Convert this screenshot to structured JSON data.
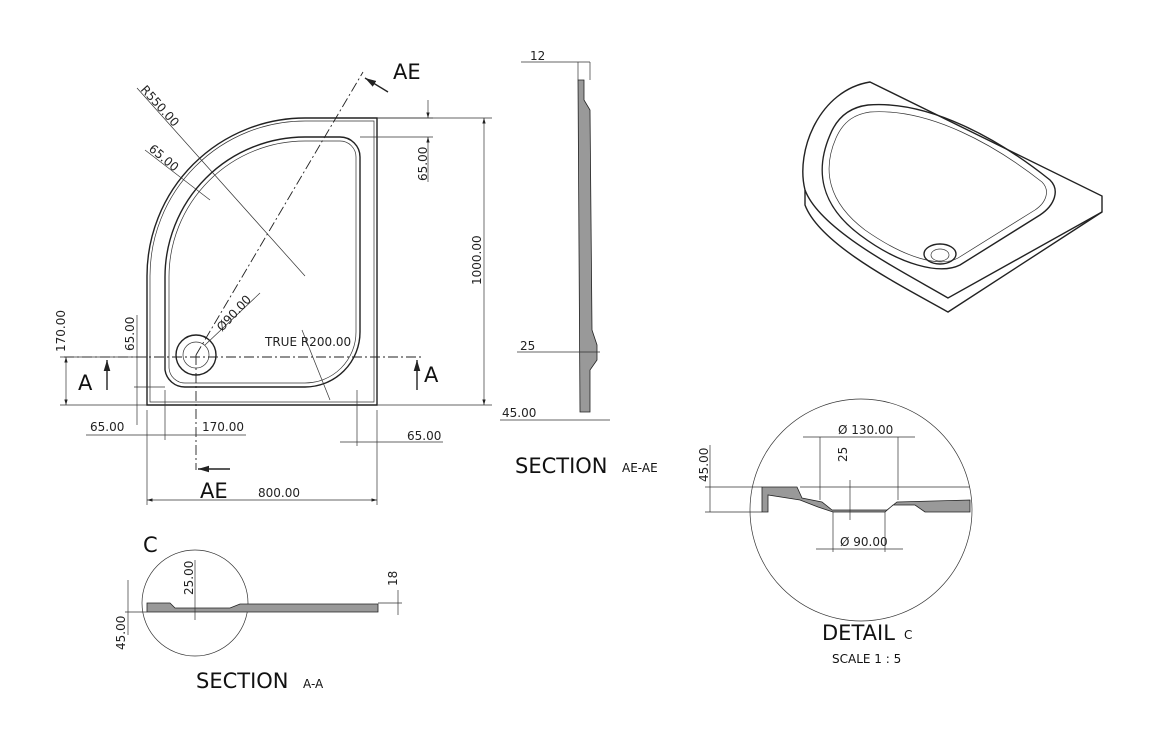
{
  "top_view": {
    "section_ae_label_top": "AE",
    "section_ae_label_bottom": "AE",
    "section_a_label_left": "A",
    "section_a_label_right": "A",
    "radius_outer": "R550.00",
    "rim_width_arc": "65.00",
    "rim_top": "65.00",
    "overall_depth": "1000.00",
    "drain_diameter": "Ø90.00",
    "true_radius": "TRUE R200.00",
    "drain_offset_y": "170.00",
    "rim_left_vertical": "65.00",
    "rim_left": "65.00",
    "drain_offset_x": "170.00",
    "rim_right": "65.00",
    "overall_width": "800.00"
  },
  "section_ae": {
    "title": "SECTION",
    "suffix": "AE-AE",
    "thickness_top": "12",
    "drain_depth": "25",
    "height": "45.00"
  },
  "section_a": {
    "detail_label": "C",
    "title": "SECTION",
    "suffix": "A-A",
    "drain_depth": "25.00",
    "edge_height": "18",
    "height": "45.00"
  },
  "detail_c": {
    "title": "DETAIL",
    "suffix": "C",
    "scale": "SCALE 1 : 5",
    "outer_diameter": "Ø 130.00",
    "drain_depth": "25",
    "height": "45.00",
    "inner_diameter": "Ø 90.00"
  }
}
